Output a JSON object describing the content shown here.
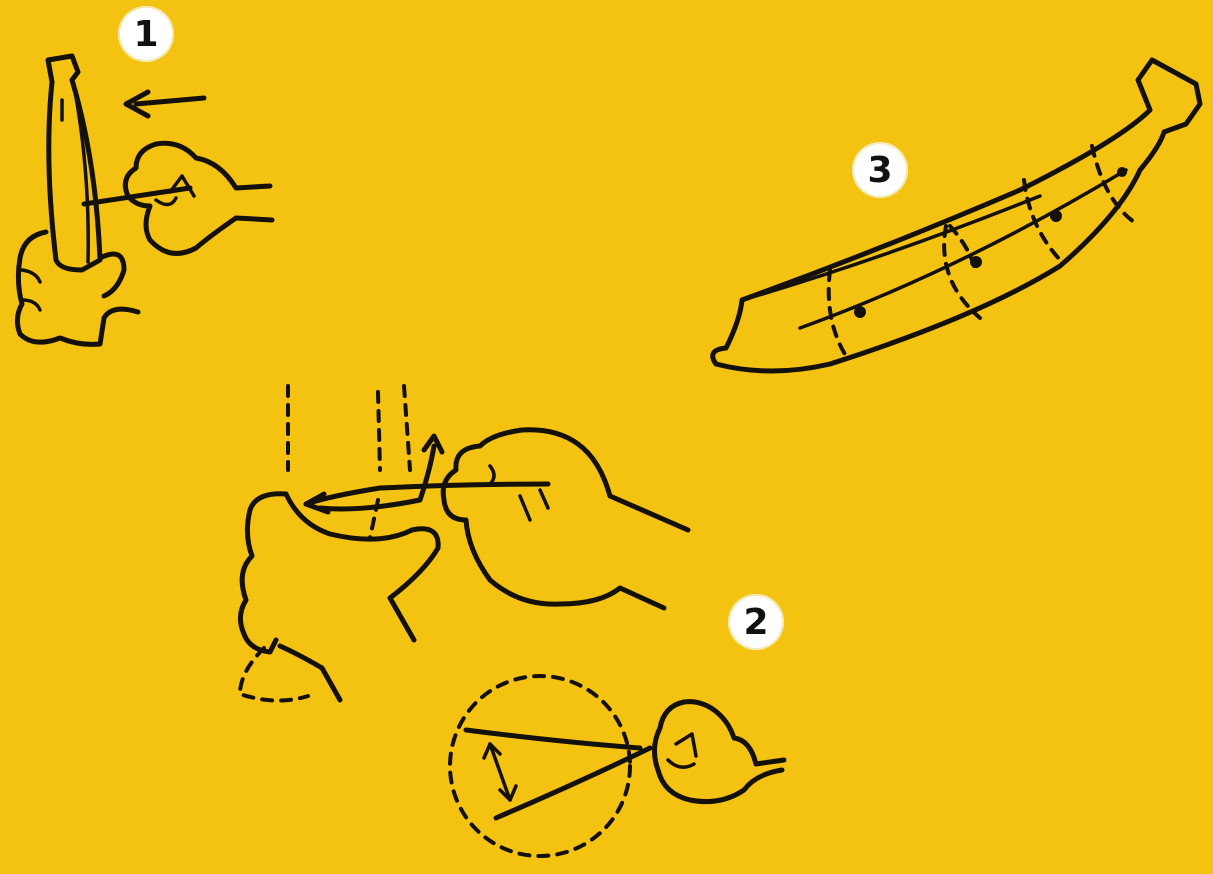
{
  "steps": {
    "one": "1",
    "two": "2",
    "three": "3"
  },
  "colors": {
    "background": "#f4c211",
    "ink": "#14100a",
    "badge": "#ffffff"
  },
  "icons": {
    "panel_one": "hand-peeling-banana-with-thread",
    "panel_two": "hands-wrapping-thread-around-banana",
    "panel_two_detail": "thread-loop-detail",
    "panel_three": "banana-with-thread-slice-marks"
  }
}
